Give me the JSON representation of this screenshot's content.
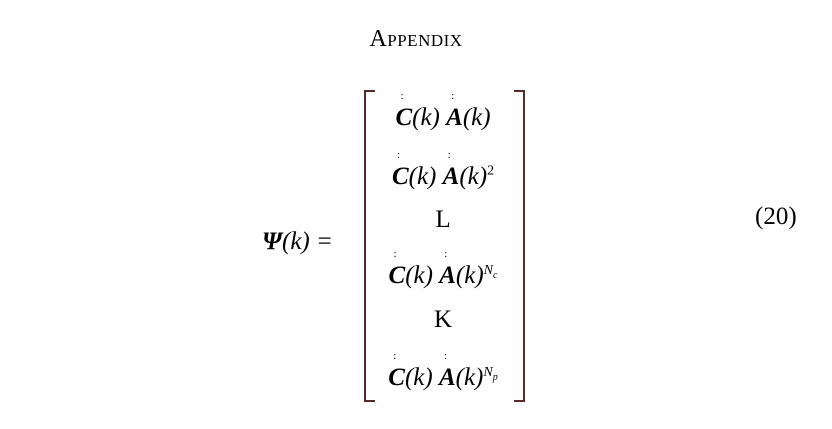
{
  "title": "Appendix",
  "lhs": {
    "symbol": "Ψ",
    "arg": "(k) ="
  },
  "rows": [
    {
      "c": "C",
      "a": "A",
      "exp": ""
    },
    {
      "c": "C",
      "a": "A",
      "exp": "2"
    },
    {
      "text": "L"
    },
    {
      "c": "C",
      "a": "A",
      "exp": "N",
      "sub": "c"
    },
    {
      "text": "K"
    },
    {
      "c": "C",
      "a": "A",
      "exp": "N",
      "sub": "p"
    }
  ],
  "k": "(k)",
  "equation_number": "(20)"
}
